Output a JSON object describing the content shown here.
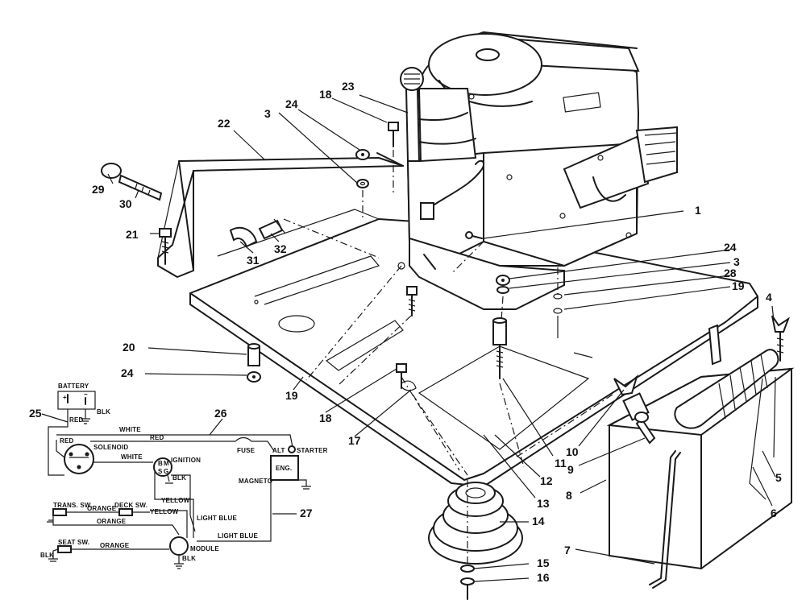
{
  "callouts": {
    "c1": "1",
    "c3a": "3",
    "c3b": "3",
    "c4": "4",
    "c5": "5",
    "c6": "6",
    "c7": "7",
    "c8": "8",
    "c9": "9",
    "c10": "10",
    "c11": "11",
    "c12": "12",
    "c13": "13",
    "c14": "14",
    "c15": "15",
    "c16": "16",
    "c17": "17",
    "c18a": "18",
    "c18b": "18",
    "c19a": "19",
    "c19b": "19",
    "c20": "20",
    "c21": "21",
    "c22": "22",
    "c23": "23",
    "c24a": "24",
    "c24b": "24",
    "c24c": "24",
    "c25": "25",
    "c26": "26",
    "c27": "27",
    "c28": "28",
    "c29": "29",
    "c30": "30",
    "c31": "31",
    "c32": "32"
  },
  "wiring": {
    "battery": "BATTERY",
    "plus": "+",
    "minus": "−",
    "blk": "BLK",
    "red": "RED",
    "white": "WHITE",
    "solenoid": "SOLENOID",
    "fuse": "FUSE",
    "alt": "ALT",
    "starter": "STARTER",
    "eng": "ENG.",
    "magneto": "MAGNETO",
    "ignition": "IGNITION",
    "ign_b": "B",
    "ign_m": "M",
    "ign_s": "S",
    "ign_g": "G",
    "yellow": "YELLOW",
    "light_blue": "LIGHT BLUE",
    "orange": "ORANGE",
    "trans_sw": "TRANS. SW.",
    "deck_sw": "DECK SW.",
    "seat_sw": "SEAT SW.",
    "module": "MODULE"
  }
}
